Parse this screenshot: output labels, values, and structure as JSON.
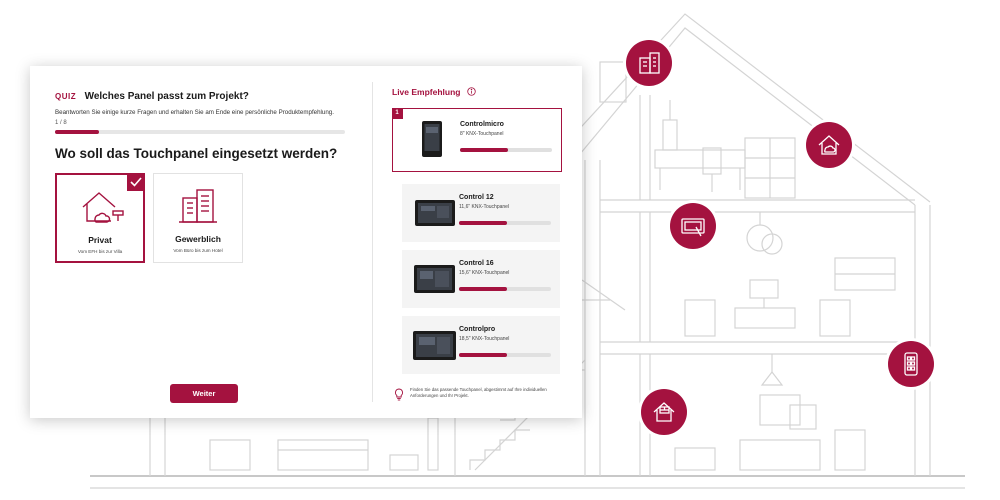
{
  "quiz": {
    "tag": "QUIZ",
    "title": "Welches Panel passt zum Projekt?",
    "subtitle": "Beantworten Sie einige kurze Fragen und erhalten Sie am Ende eine persönliche Produktempfehlung.",
    "progress_label": "1 / 8",
    "progress": 0.15,
    "question": "Wo soll das Touchpanel eingesetzt werden?",
    "options": [
      {
        "label": "Privat",
        "sub": "Vom EFH bis zur Villa",
        "selected": true
      },
      {
        "label": "Gewerblich",
        "sub": "Vom Büro bis zum Hotel",
        "selected": false
      }
    ],
    "next_label": "Weiter"
  },
  "recommendation": {
    "title": "Live Empfehlung",
    "products": [
      {
        "rank": "1",
        "name": "Controlmicro",
        "desc": "8\" KNX-Touchpanel",
        "match": 0.52,
        "active": true
      },
      {
        "name": "Control 12",
        "desc": "11,6\" KNX-Touchpanel",
        "match": 0.52
      },
      {
        "name": "Control 16",
        "desc": "15,6\" KNX-Touchpanel",
        "match": 0.52
      },
      {
        "name": "Controlpro",
        "desc": "18,5\" KNX-Touchpanel",
        "match": 0.52
      }
    ],
    "hint": "Finden Sie das passende Touchpanel, abgestimmt auf Ihre individuellen Anforderungen und Ihr Projekt."
  },
  "colors": {
    "accent": "#a4123f",
    "line": "#cfcfcf"
  },
  "features": [
    {
      "icon": "office-building-icon"
    },
    {
      "icon": "home-cloud-icon"
    },
    {
      "icon": "touch-display-icon"
    },
    {
      "icon": "smartphone-app-icon"
    },
    {
      "icon": "brick-house-icon"
    }
  ]
}
